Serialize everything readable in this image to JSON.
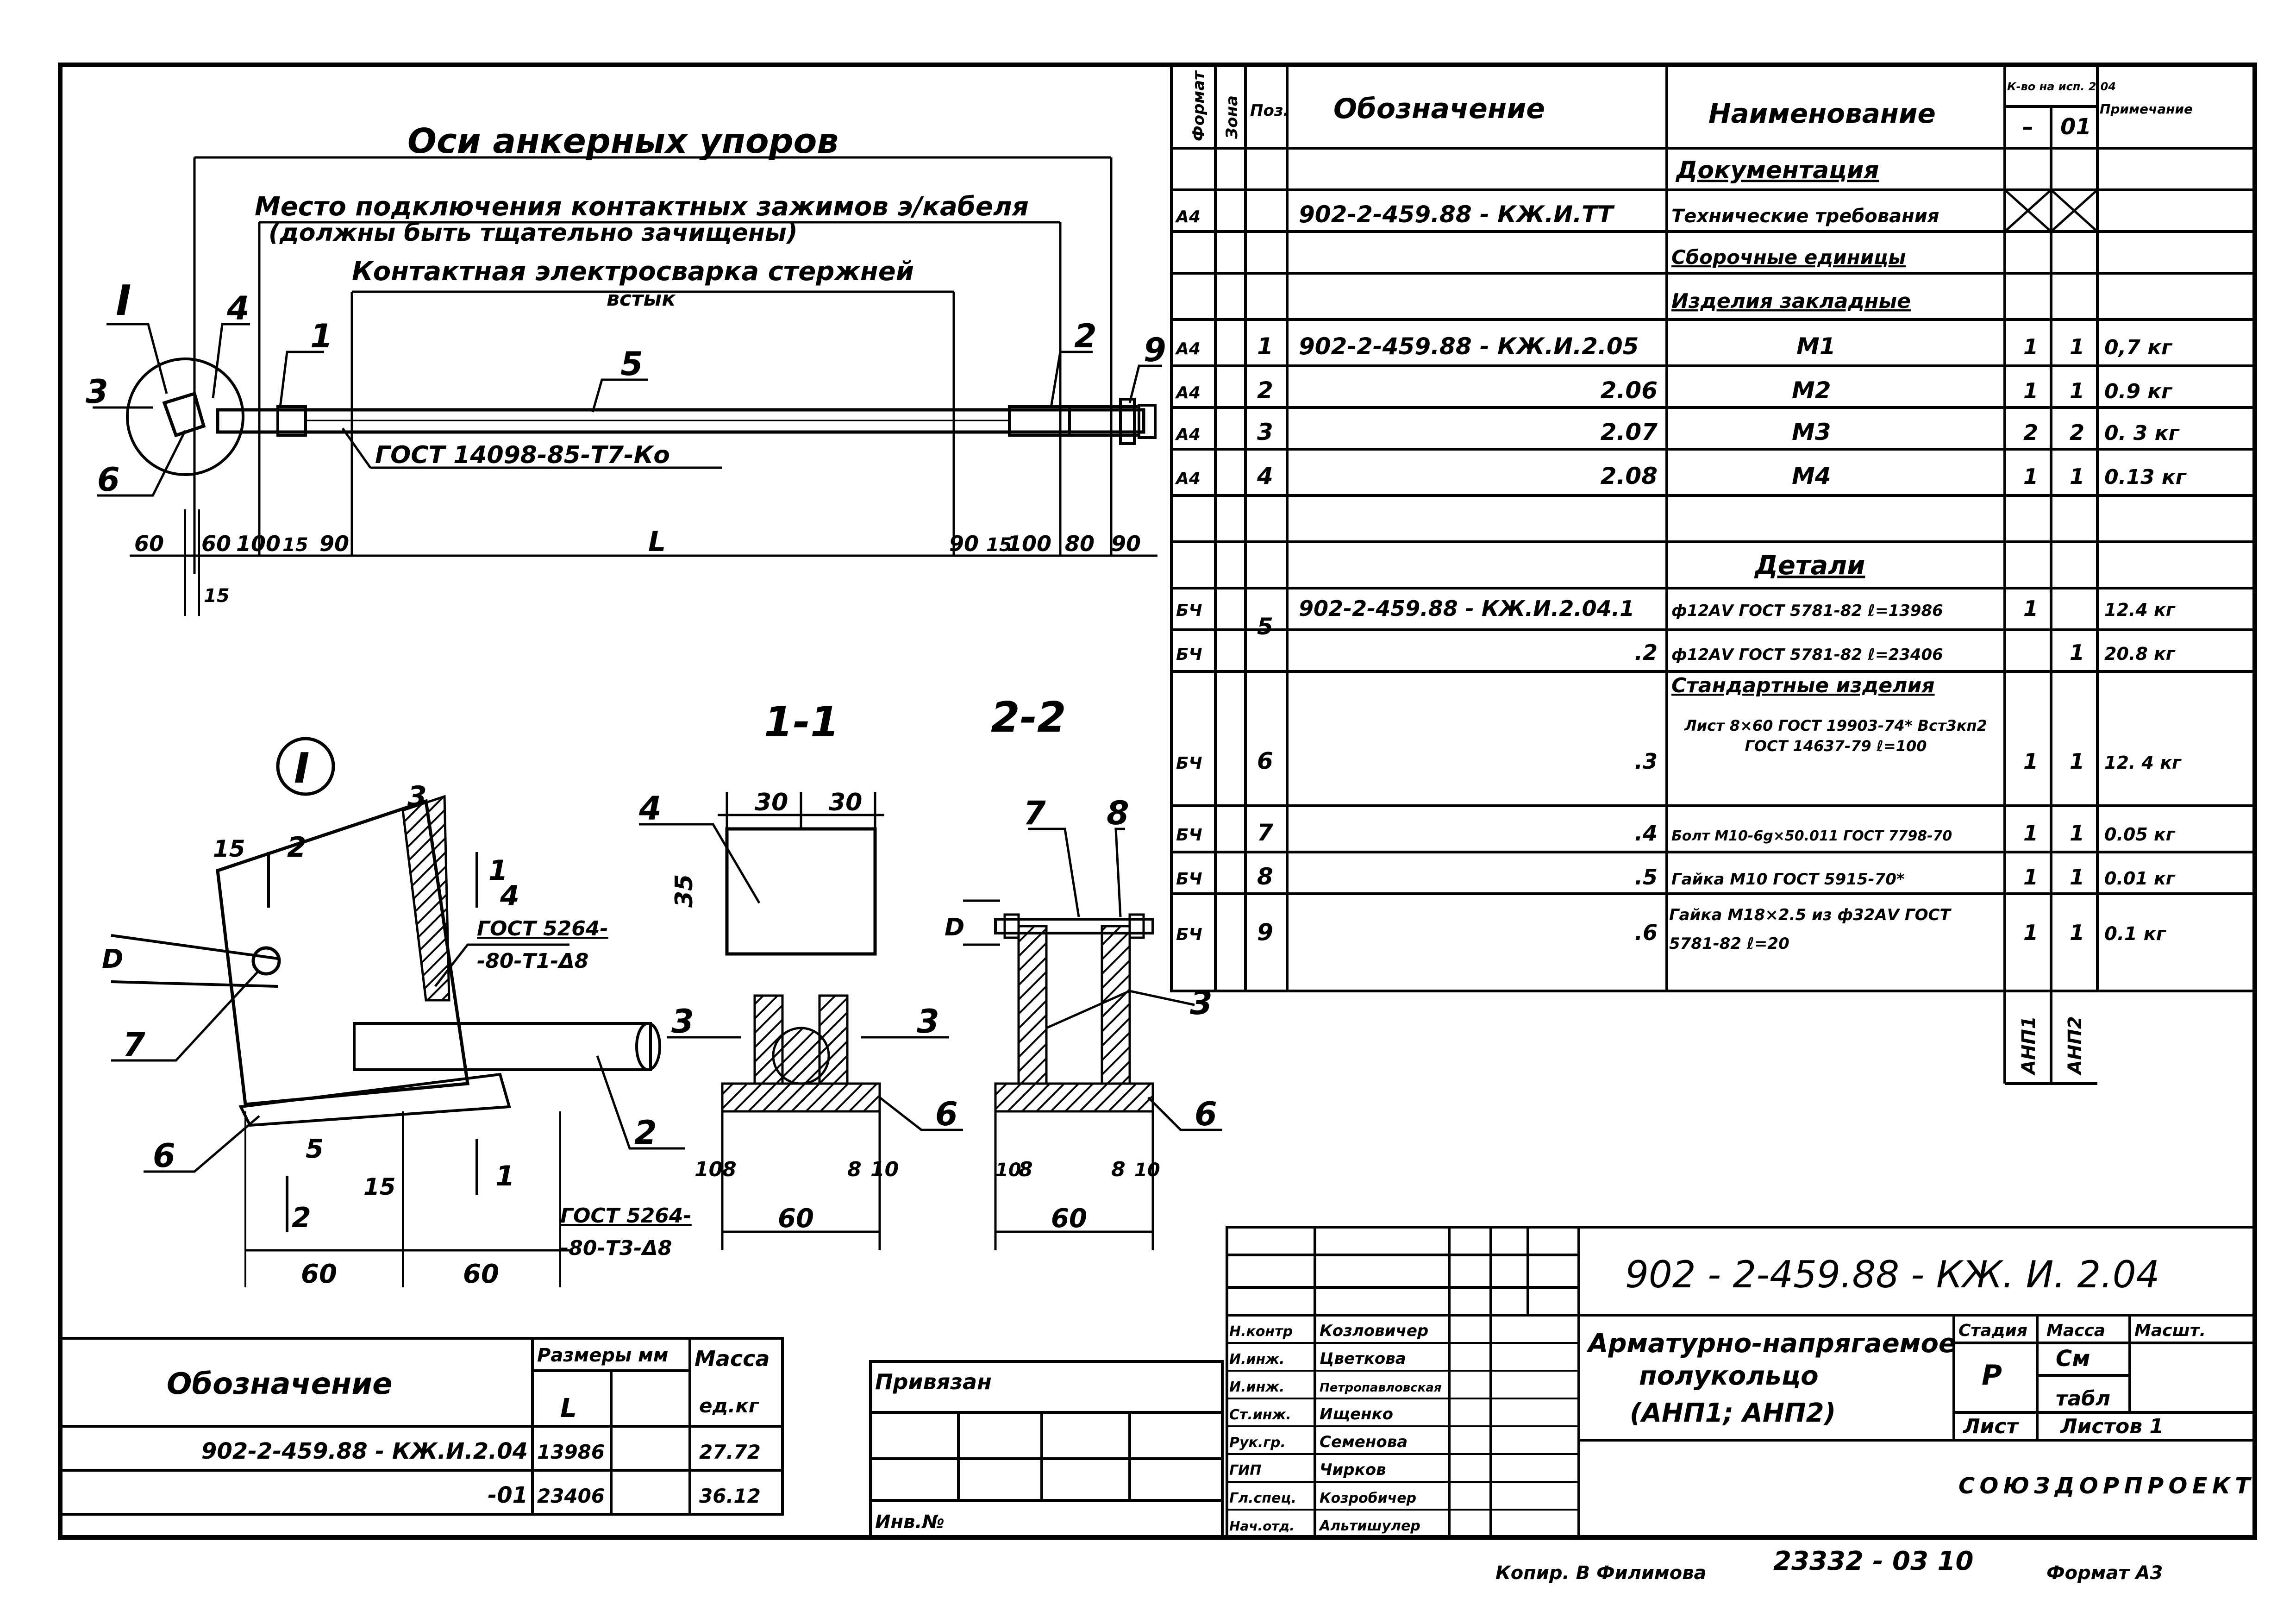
{
  "drawing_code": "902 - 2-459.88 - КЖ. И. 2.04",
  "drawing_title": "Арматурно-напрягаемое полукольцо (АНП1; АНП2)",
  "title_line1": "Арматурно-напрягаемое",
  "title_line2": "полукольцо",
  "title_line3": "(АНП1; АНП2)",
  "stage": {
    "label": "Стадия",
    "value": "Р"
  },
  "mass": {
    "label": "Масса",
    "value1": "См",
    "value2": "табл"
  },
  "scale": {
    "label": "Масшт."
  },
  "sheet": {
    "label": "Лист",
    "sheets_label": "Листов 1"
  },
  "organization": "СОЮЗДОРПРОЕКТ",
  "footer": {
    "copied": "Копир. В Филимова",
    "order_no": "23332 - 03 10",
    "format": "Формат А3"
  },
  "signatures": [
    {
      "role": "Н.контр",
      "name": "Козловичер"
    },
    {
      "role": "И.инж.",
      "name": "Цветкова"
    },
    {
      "role": "И.инж.",
      "name": "Петропавловская"
    },
    {
      "role": "Ст.инж.",
      "name": "Ищенко"
    },
    {
      "role": "Рук.гр.",
      "name": "Семенова"
    },
    {
      "role": "ГИП",
      "name": "Чирков"
    },
    {
      "role": "Гл.спец.",
      "name": "Козробичер"
    },
    {
      "role": "Нач.отд.",
      "name": "Альтишулер"
    }
  ],
  "binding": {
    "label": "Привязан",
    "inv": "Инв.№"
  },
  "annotations": {
    "anchor_axes": "Оси анкерных упоров",
    "clamp_place": "Место подключения контактных зажимов э/кабеля",
    "clamp_note": "(должны быть тщательно зачищены)",
    "welding": "Контактная электросварка стержней",
    "welding2": "встык",
    "gost_rod": "ГОСТ 14098-85-Т7-Ко",
    "gost_5264_1": "ГОСТ 5264-",
    "gost_5264_1b": "-80-Т1-Δ8",
    "gost_5264_2": "ГОСТ 5264-",
    "gost_5264_2b": "-80-Т3-Δ8",
    "section_1": "1-1",
    "section_2": "2-2",
    "node": "I",
    "L": "L"
  },
  "dimensions_top": [
    "60",
    "60",
    "100",
    "15",
    "90",
    "90",
    "15",
    "100",
    "80",
    "90",
    "15"
  ],
  "dimensions_node": [
    "15",
    "2",
    "1",
    "4",
    "3",
    "D",
    "7",
    "6",
    "5",
    "15",
    "2",
    "1",
    "60",
    "60"
  ],
  "dimensions_sec1": [
    "30",
    "30",
    "35",
    "10",
    "8",
    "8",
    "10",
    "60"
  ],
  "dimensions_sec2": [
    "D",
    "7",
    "8",
    "10",
    "8",
    "8",
    "10",
    "60"
  ],
  "spec": {
    "headers": {
      "format": "Формат",
      "zone": "Зона",
      "pos": "Поз.",
      "designation": "Обозначение",
      "name": "Наименование",
      "qty": "К-во на исп. 2.04",
      "qty_a": "–",
      "qty_b": "01",
      "note": "Примечание"
    },
    "rows": [
      {
        "fmt": "",
        "pos": "",
        "des": "",
        "name": "Документация",
        "q1": "",
        "q2": "",
        "note": "",
        "section": true
      },
      {
        "fmt": "А4",
        "pos": "",
        "des": "902-2-459.88 - КЖ.И.ТТ",
        "name": "Технические требования",
        "q1": "",
        "q2": "",
        "note": ""
      },
      {
        "fmt": "",
        "pos": "",
        "des": "",
        "name": "Сборочные единицы",
        "q1": "",
        "q2": "",
        "note": "",
        "section": true
      },
      {
        "fmt": "",
        "pos": "",
        "des": "",
        "name": "Изделия закладные",
        "q1": "",
        "q2": "",
        "note": "",
        "section": true
      },
      {
        "fmt": "А4",
        "pos": "1",
        "des": "902-2-459.88 - КЖ.И.2.05",
        "name": "М1",
        "q1": "1",
        "q2": "1",
        "note": "0,7 кг"
      },
      {
        "fmt": "А4",
        "pos": "2",
        "des": "2.06",
        "name": "М2",
        "q1": "1",
        "q2": "1",
        "note": "0.9 кг"
      },
      {
        "fmt": "А4",
        "pos": "3",
        "des": "2.07",
        "name": "М3",
        "q1": "2",
        "q2": "2",
        "note": "0. 3 кг"
      },
      {
        "fmt": "А4",
        "pos": "4",
        "des": "2.08",
        "name": "М4",
        "q1": "1",
        "q2": "1",
        "note": "0.13 кг"
      },
      {
        "fmt": "",
        "pos": "",
        "des": "",
        "name": "",
        "q1": "",
        "q2": "",
        "note": ""
      },
      {
        "fmt": "",
        "pos": "",
        "des": "",
        "name": "Детали",
        "q1": "",
        "q2": "",
        "note": "",
        "section": true
      },
      {
        "fmt": "БЧ",
        "pos": "5",
        "des": "902-2-459.88 - КЖ.И.2.04.1",
        "name": "ф12АV ГОСТ 5781-82 ℓ=13986",
        "q1": "1",
        "q2": "",
        "note": "12.4 кг"
      },
      {
        "fmt": "БЧ",
        "pos": "",
        "des": ".2",
        "name": "ф12АV ГОСТ 5781-82 ℓ=23406",
        "q1": "",
        "q2": "1",
        "note": "20.8 кг"
      },
      {
        "fmt": "",
        "pos": "",
        "des": "",
        "name": "Стандартные изделия",
        "q1": "",
        "q2": "",
        "note": "",
        "section": true
      },
      {
        "fmt": "БЧ",
        "pos": "6",
        "des": ".3",
        "name": "Лист 8×60 ГОСТ 19903-74* Вст3кп2 ГОСТ 14637-79 ℓ=100",
        "q1": "1",
        "q2": "1",
        "note": "12. 4 кг"
      },
      {
        "fmt": "БЧ",
        "pos": "7",
        "des": ".4",
        "name": "Болт М10-6g×50.011 ГОСТ 7798-70",
        "q1": "1",
        "q2": "1",
        "note": "0.05 кг"
      },
      {
        "fmt": "БЧ",
        "pos": "8",
        "des": ".5",
        "name": "Гайка М10 ГОСТ 5915-70*",
        "q1": "1",
        "q2": "1",
        "note": "0.01 кг"
      },
      {
        "fmt": "БЧ",
        "pos": "9",
        "des": ".6",
        "name": "Гайка М18×2.5 из ф32АV ГОСТ 5781-82 ℓ=20",
        "q1": "1",
        "q2": "1",
        "note": "0.1 кг"
      }
    ],
    "footer_a": "АНП1",
    "footer_b": "АНП2"
  },
  "sizes_table": {
    "h_designation": "Обозначение",
    "h_sizes": "Размеры мм",
    "h_L": "L",
    "h_mass": "Масса",
    "h_unit": "ед.кг",
    "rows": [
      {
        "des": "902-2-459.88 - КЖ.И.2.04",
        "L": "13986",
        "mass": "27.72"
      },
      {
        "des": "-01",
        "L": "23406",
        "mass": "36.12"
      }
    ]
  }
}
